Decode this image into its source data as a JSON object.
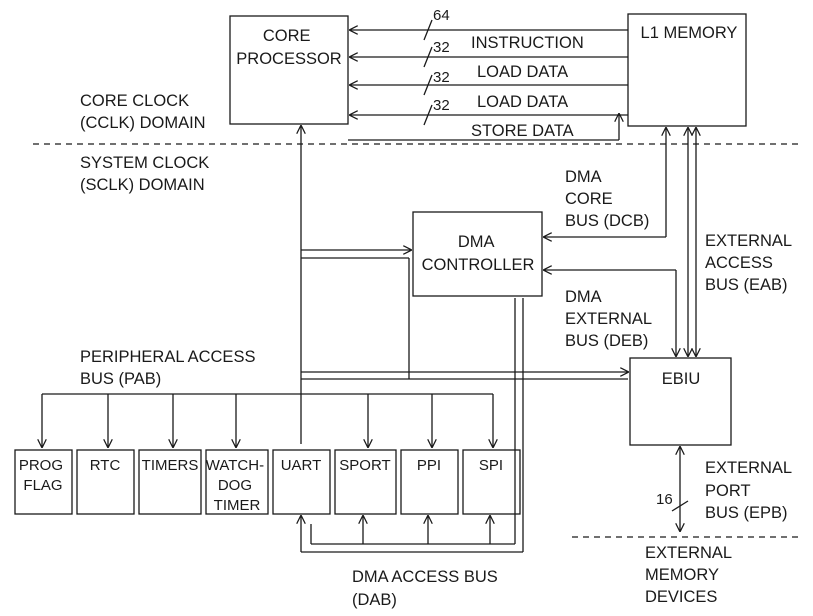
{
  "domains": {
    "core_clock": [
      "CORE CLOCK",
      "(CCLK) DOMAIN"
    ],
    "system_clock": [
      "SYSTEM CLOCK",
      "(SCLK) DOMAIN"
    ]
  },
  "blocks": {
    "core_processor": [
      "CORE",
      "PROCESSOR"
    ],
    "l1_memory": [
      "L1 MEMORY"
    ],
    "dma_controller": [
      "DMA",
      "CONTROLLER"
    ],
    "ebiu": [
      "EBIU"
    ]
  },
  "core_buses": [
    {
      "label": "",
      "width": "64"
    },
    {
      "label": "INSTRUCTION",
      "width": "32"
    },
    {
      "label": "LOAD DATA",
      "width": "32"
    },
    {
      "label": "LOAD DATA",
      "width": "32"
    },
    {
      "label": "STORE DATA",
      "width": ""
    }
  ],
  "buses": {
    "dcb": [
      "DMA",
      "CORE",
      "BUS (DCB)"
    ],
    "deb": [
      "DMA",
      "EXTERNAL",
      "BUS (DEB)"
    ],
    "eab": [
      "EXTERNAL",
      "ACCESS",
      "BUS (EAB)"
    ],
    "pab": [
      "PERIPHERAL ACCESS",
      "BUS (PAB)"
    ],
    "epb": [
      "EXTERNAL",
      "PORT",
      "BUS (EPB)"
    ],
    "epb_width": "16",
    "dab": [
      "DMA ACCESS BUS",
      "(DAB)"
    ]
  },
  "peripherals": [
    [
      "PROG",
      "FLAG"
    ],
    [
      "RTC"
    ],
    [
      "TIMERS"
    ],
    [
      "WATCH-",
      "DOG",
      "TIMER"
    ],
    [
      "UART"
    ],
    [
      "SPORT"
    ],
    [
      "PPI"
    ],
    [
      "SPI"
    ]
  ],
  "external_memory": [
    "EXTERNAL",
    "MEMORY",
    "DEVICES"
  ]
}
